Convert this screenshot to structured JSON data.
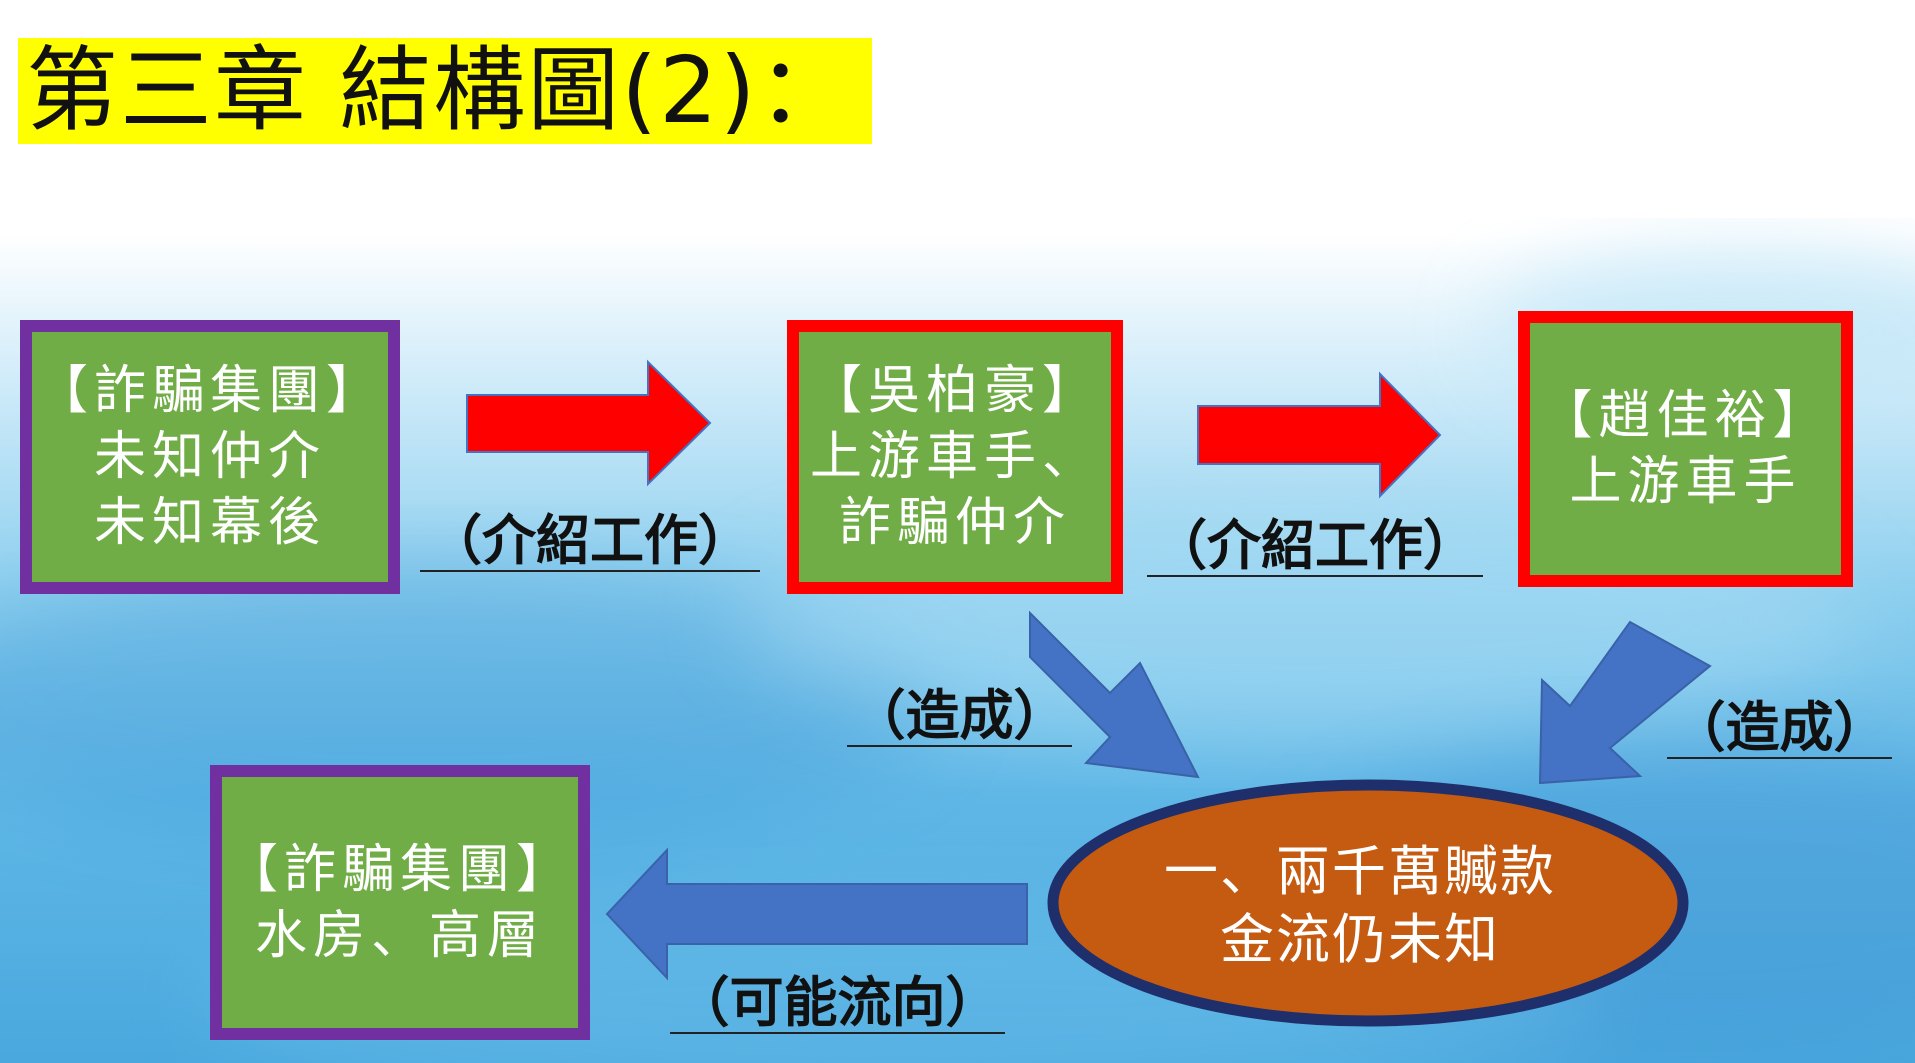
{
  "slide": {
    "title": "第三章 結構圖(2)：",
    "colors": {
      "title_highlight": "#ffff00",
      "box_fill": "#70ad47",
      "box_border_purple": "#7030a0",
      "box_border_red": "#ff0000",
      "arrow_red": "#ff0000",
      "arrow_blue": "#4472c4",
      "oval_fill": "#c55a11",
      "oval_border": "#1f2f6b"
    },
    "nodes": {
      "fraud_group_top": {
        "lines": [
          "【詐騙集團】",
          "未知仲介",
          "未知幕後"
        ]
      },
      "wu_bohao": {
        "lines": [
          "【吳柏豪】",
          "上游車手、",
          "詐騙仲介"
        ]
      },
      "zhao_jiayu": {
        "lines": [
          "【趙佳裕】",
          "上游車手"
        ]
      },
      "fraud_group_bottom": {
        "lines": [
          "【詐騙集團】",
          "水房、高層"
        ]
      },
      "money_oval": {
        "lines": [
          "一、兩千萬贓款",
          "金流仍未知"
        ]
      }
    },
    "edges": {
      "intro_job_1": "（介紹工作）",
      "intro_job_2": "（介紹工作）",
      "cause_1": "（造成）",
      "cause_2": "（造成）",
      "possible_flow": "（可能流向）"
    }
  }
}
